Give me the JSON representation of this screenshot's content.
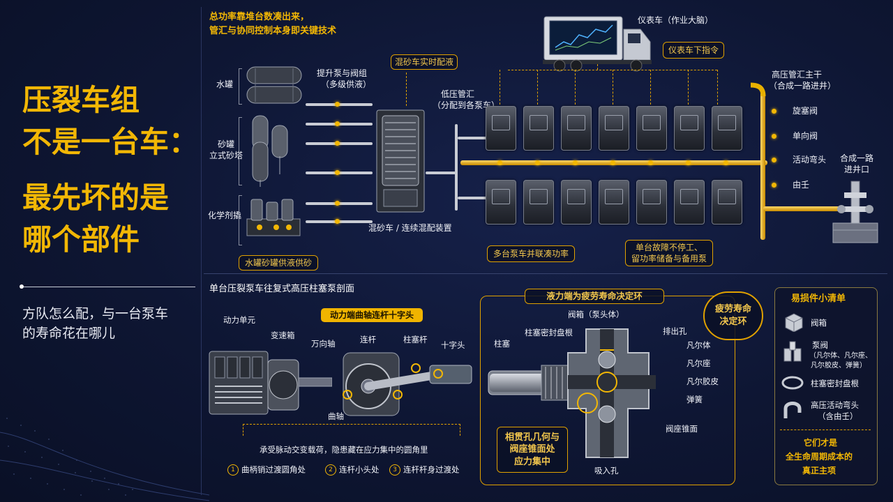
{
  "left": {
    "title_lines": [
      "压裂车组",
      "不是一台车：",
      "最先坏的是",
      "哪个部件"
    ],
    "subtitle_lines": [
      "方队怎么配，与一台泵车",
      "的寿命花在哪儿"
    ]
  },
  "top": {
    "headline_lines": [
      "总功率靠堆台数凑出来，",
      "管汇与协同控制本身即关键技术"
    ],
    "instrument_truck": "仪表车（作业大脑）",
    "instrument_cmd": "仪表车下指令",
    "blender_realtime": "混砂车实时配液",
    "water_tank": "水罐",
    "sand_tower_lines": [
      "砂罐",
      "立式砂塔"
    ],
    "chem_unit": "化学剂撬",
    "lift_pump_lines": [
      "提升泵与阀组",
      "（多级供液）"
    ],
    "low_manifold_lines": [
      "低压管汇",
      "（分配到各泵车）"
    ],
    "blender_label": "混砂车 / 连续混配装置",
    "supply_box": "水罐砂罐供液供砂",
    "multi_pump_box": "多台泵车并联凑功率",
    "standby_box_lines": [
      "单台故障不停工、",
      "留功率储备与备用泵"
    ],
    "hp_manifold_lines": [
      "高压管汇主干",
      "（合成一路进井）"
    ],
    "plug_valve": "旋塞阀",
    "check_valve": "单向阀",
    "swivel": "活动弯头",
    "union": "由壬",
    "well_entry_lines": [
      "合成一路",
      "进井口"
    ]
  },
  "bottom": {
    "section_title": "单台压裂泵车往复式高压柱塞泵剖面",
    "power_end_pill": "动力端曲轴连杆十字头",
    "fluid_end_title": "液力端为疲劳寿命决定环",
    "fatigue_badge_lines": [
      "疲劳寿命",
      "决定环"
    ],
    "power_unit": "动力单元",
    "gearbox": "变速箱",
    "u_joint": "万向轴",
    "con_rod": "连杆",
    "plunger_rod": "柱塞杆",
    "crosshead": "十字头",
    "crankshaft": "曲轴",
    "plunger": "柱塞",
    "packing": "柱塞密封盘根",
    "valve_box": "阀箱（泵头体）",
    "discharge": "排出孔",
    "valve_body": "凡尔体",
    "valve_seat": "凡尔座",
    "valve_rubber": "凡尔胶皮",
    "spring": "弹簧",
    "seat_cone": "阀座锥面",
    "suction": "吸入孔",
    "stress_note_lines": [
      "相贯孔几何与",
      "阀座锥面处",
      "应力集中"
    ],
    "load_note": "承受脉动交变载荷，隐患藏在应力集中的圆角里",
    "points": [
      {
        "num": "1",
        "text": "曲柄销过渡圆角处"
      },
      {
        "num": "2",
        "text": "连杆小头处"
      },
      {
        "num": "3",
        "text": "连杆杆身过渡处"
      }
    ]
  },
  "checklist": {
    "title": "易损件小清单",
    "items": [
      {
        "icon": "valve-box-icon",
        "lines": [
          "阀箱"
        ]
      },
      {
        "icon": "pump-valve-icon",
        "lines": [
          "泵阀",
          "（凡尔体、凡尔座、",
          "凡尔胶皮、弹簧）"
        ]
      },
      {
        "icon": "packing-ring-icon",
        "lines": [
          "柱塞密封盘根"
        ]
      },
      {
        "icon": "swivel-joint-icon",
        "lines": [
          "高压活动弯头",
          "（含由壬）"
        ]
      }
    ],
    "footer_lines": [
      "它们才是",
      "全生命周期成本的",
      "真正主项"
    ]
  },
  "colors": {
    "accent": "#f2b705",
    "background": "#0d1530",
    "text": "#ffffff"
  }
}
